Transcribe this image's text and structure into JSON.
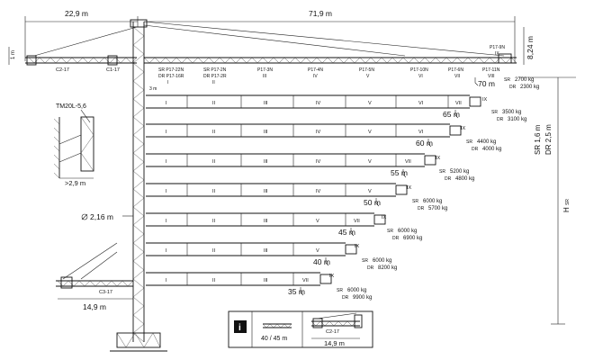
{
  "top_dims": {
    "counter_jib": "22,9 m",
    "jib": "71,9 m",
    "tip_height": "8,24 m",
    "counter_small": "1 m"
  },
  "counter_labels": {
    "c2": "C2-17",
    "c1": "C1-17"
  },
  "segments": [
    {
      "sr": "SR P17-22N",
      "dr": "DR P17-16R",
      "roman": "I"
    },
    {
      "sr": "SR P17-2N",
      "dr": "DR P17-2R",
      "roman": "II"
    },
    {
      "sr": "P17-3N",
      "dr": "",
      "roman": "III"
    },
    {
      "sr": "P17-4N",
      "dr": "",
      "roman": "IV"
    },
    {
      "sr": "P17-5N",
      "dr": "",
      "roman": "V"
    },
    {
      "sr": "P17-10N",
      "dr": "",
      "roman": "VI"
    },
    {
      "sr": "P17-6N",
      "dr": "",
      "roman": "VII"
    },
    {
      "sr": "P17-11N",
      "dr": "",
      "roman": "VIII"
    }
  ],
  "tip": {
    "name": "P17-9N",
    "roman": "IX"
  },
  "three_m": "3 m",
  "right_dims": {
    "sr": "SR 1,6 m",
    "dr": "DR 2,5 m",
    "h": "H",
    "h_sub": "SR"
  },
  "configs": [
    {
      "length": "70 m",
      "tip_roman": "IX",
      "sr_label": "SR",
      "dr_label": "DR",
      "sr_load": "2700 kg",
      "dr_load": "2300 kg"
    },
    {
      "length": "65 m",
      "tip_roman": "IX",
      "sr_label": "SR",
      "dr_label": "DR",
      "sr_load": "3500 kg",
      "dr_load": "3100 kg"
    },
    {
      "length": "60 m",
      "tip_roman": "IX",
      "sr_label": "SR",
      "dr_label": "DR",
      "sr_load": "4400 kg",
      "dr_load": "4000 kg"
    },
    {
      "length": "55 m",
      "tip_roman": "IX",
      "sr_label": "SR",
      "dr_label": "DR",
      "sr_load": "5200 kg",
      "dr_load": "4800 kg"
    },
    {
      "length": "50 m",
      "tip_roman": "IX",
      "sr_label": "SR",
      "dr_label": "DR",
      "sr_load": "6000 kg",
      "dr_load": "5700 kg"
    },
    {
      "length": "45 m",
      "tip_roman": "IX",
      "sr_label": "SR",
      "dr_label": "DR",
      "sr_load": "6000 kg",
      "dr_load": "6900 kg"
    },
    {
      "length": "40 m",
      "tip_roman": "IX",
      "sr_label": "SR",
      "dr_label": "DR",
      "sr_load": "6000 kg",
      "dr_load": "8200 kg"
    },
    {
      "length": "35 m",
      "tip_roman": "IX",
      "sr_label": "SR",
      "dr_label": "DR",
      "sr_load": "6000 kg",
      "dr_load": "9900 kg"
    }
  ],
  "config_segments": [
    [
      "I",
      "II",
      "III",
      "IV",
      "V",
      "VI",
      "VII"
    ],
    [
      "I",
      "II",
      "III",
      "IV",
      "V",
      "VI"
    ],
    [
      "I",
      "II",
      "III",
      "IV",
      "V",
      "VII"
    ],
    [
      "I",
      "II",
      "III",
      "IV",
      "V"
    ],
    [
      "I",
      "II",
      "III",
      "V",
      "VII"
    ],
    [
      "I",
      "II",
      "III",
      "V"
    ],
    [
      "I",
      "II",
      "III",
      "VII"
    ]
  ],
  "tie": {
    "label": "TM20L-5,6",
    "dim": ">2,9 m"
  },
  "mast_dim": "2,16 m",
  "bottom_left": {
    "label": "C3-17",
    "dim": "14,9 m"
  },
  "info": {
    "icon": "i",
    "jib_len": "40 / 45 m",
    "counter_label": "C2-17",
    "counter_dim": "14,9 m"
  }
}
